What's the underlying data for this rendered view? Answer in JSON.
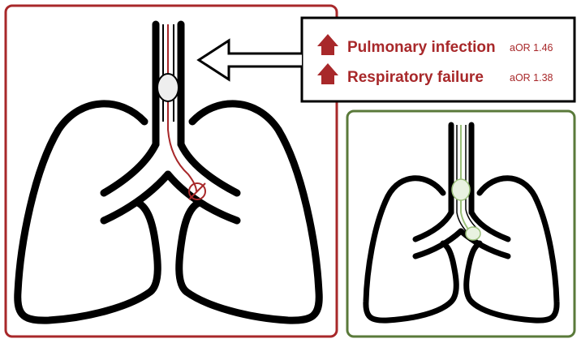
{
  "colors": {
    "risk_red": "#a8282a",
    "safe_green": "#5a7a3a",
    "outline": "#000000",
    "tube_green": "#9bc07a"
  },
  "risk_box": {
    "outcomes": [
      {
        "label": "Pulmonary infection",
        "aor": "aOR 1.46",
        "icon": "up-arrow-icon"
      },
      {
        "label": "Respiratory failure",
        "aor": "aOR 1.38",
        "icon": "up-arrow-icon"
      }
    ]
  }
}
